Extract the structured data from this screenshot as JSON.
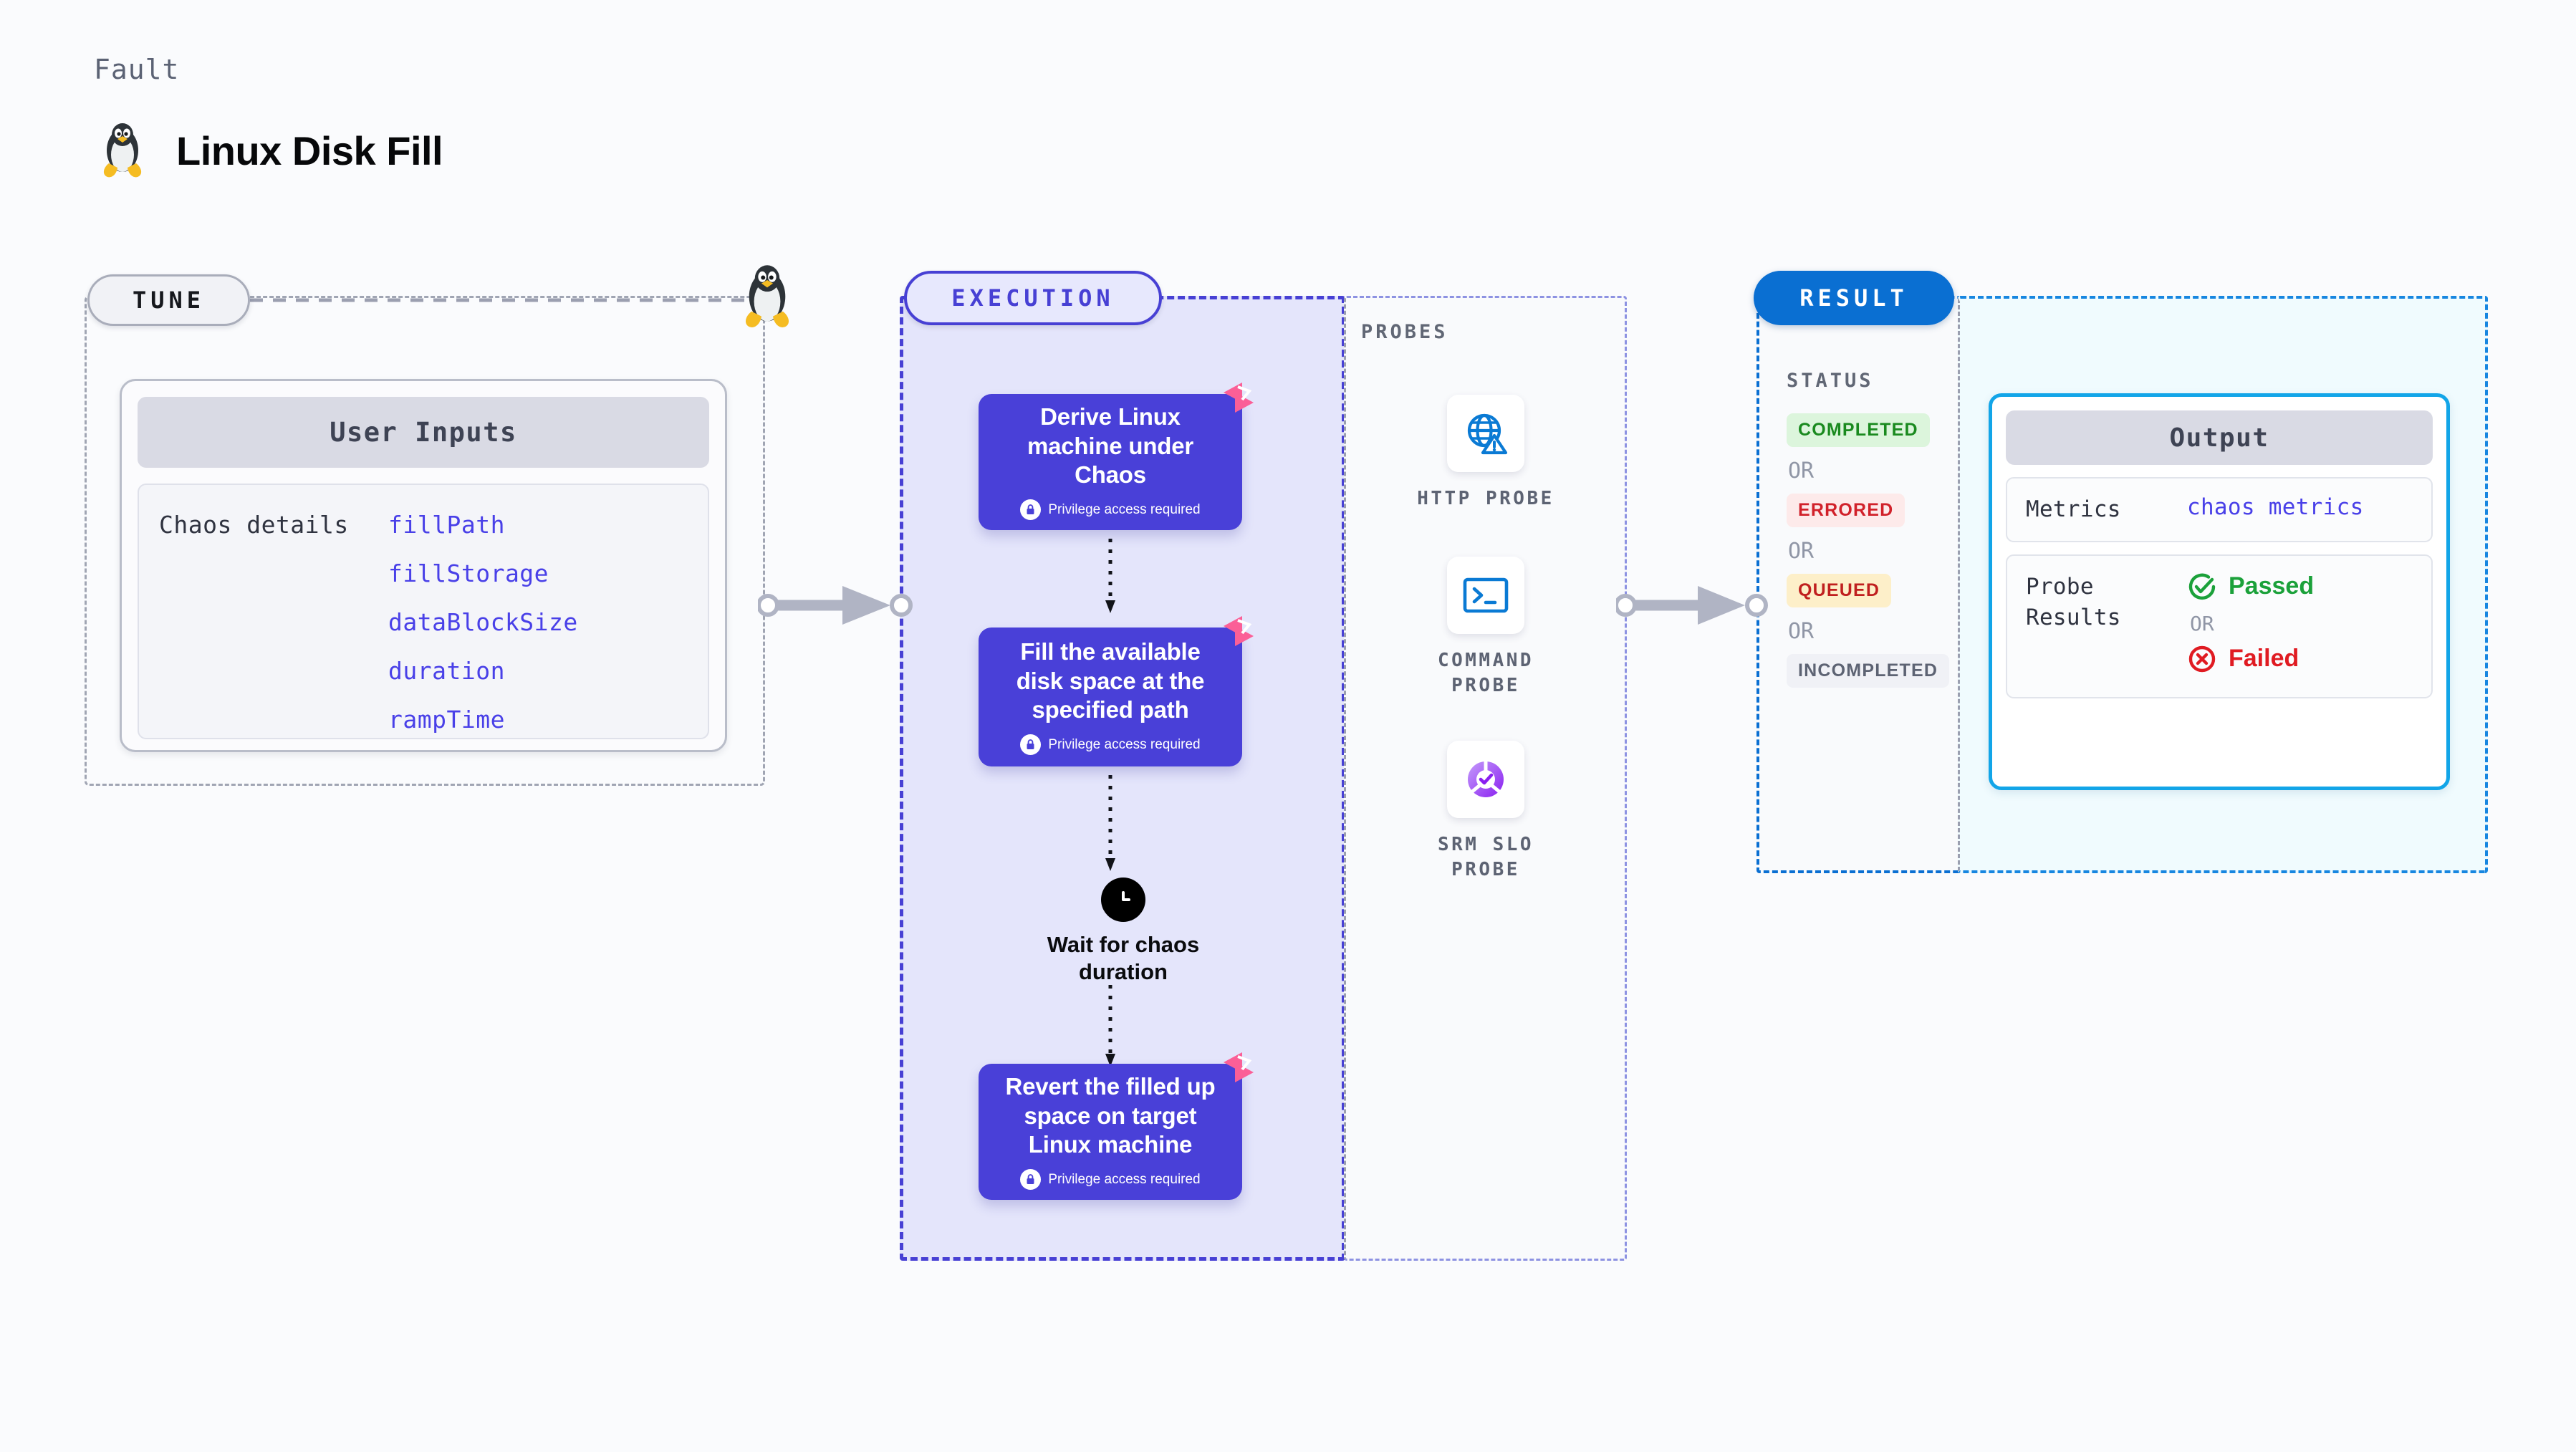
{
  "header": {
    "eyebrow": "Fault",
    "title": "Linux Disk Fill",
    "icon": "linux-penguin-icon"
  },
  "tune": {
    "pill_label": "TUNE",
    "panel_title": "User Inputs",
    "row_key": "Chaos details",
    "inputs": [
      "fillPath",
      "fillStorage",
      "dataBlockSize",
      "duration",
      "rampTime"
    ]
  },
  "execution": {
    "pill_label": "EXECUTION",
    "steps": [
      {
        "title": "Derive Linux machine under Chaos",
        "privilege": "Privilege access required",
        "badge": "chaos-experiment-badge"
      },
      {
        "title": "Fill the available disk space at the specified path",
        "privilege": "Privilege access required",
        "badge": "chaos-experiment-badge"
      },
      {
        "title": "Revert the filled up space on target Linux machine",
        "privilege": "Privilege access required",
        "badge": "chaos-experiment-badge"
      }
    ],
    "wait_node": {
      "label": "Wait for chaos duration",
      "icon": "clock-icon"
    }
  },
  "probes": {
    "section_label": "PROBES",
    "items": [
      {
        "label": "HTTP PROBE",
        "icon": "globe-warning-icon"
      },
      {
        "label": "COMMAND PROBE",
        "icon": "terminal-icon"
      },
      {
        "label": "SRM SLO PROBE",
        "icon": "slo-check-icon"
      }
    ]
  },
  "result": {
    "pill_label": "RESULT",
    "status_label": "STATUS",
    "or_label": "OR",
    "statuses": [
      {
        "label": "COMPLETED",
        "color": "#1a8a1f",
        "bg": "#dcf5dc"
      },
      {
        "label": "ERRORED",
        "color": "#d1212a",
        "bg": "#fdeaea"
      },
      {
        "label": "QUEUED",
        "color": "#c01f1f",
        "bg": "#fdefc9"
      },
      {
        "label": "INCOMPLETED",
        "color": "#5d6373",
        "bg": "#f0f1f6"
      }
    ]
  },
  "output": {
    "panel_title": "Output",
    "metrics_key": "Metrics",
    "metrics_value": "chaos metrics",
    "probe_results_key": "Probe Results",
    "or_label": "OR",
    "passed_label": "Passed",
    "failed_label": "Failed",
    "passed_color": "#1ba13a",
    "failed_color": "#e01b22"
  },
  "connectors": {
    "tune_to_execution": "arrow-right",
    "probes_to_result": "arrow-right"
  },
  "colors": {
    "accent_purple": "#4940d8",
    "accent_blue": "#0a6fd2",
    "accent_cyan": "#12a5e8",
    "pink_badge": "#fb5f97",
    "page_bg": "#fafbfd"
  }
}
